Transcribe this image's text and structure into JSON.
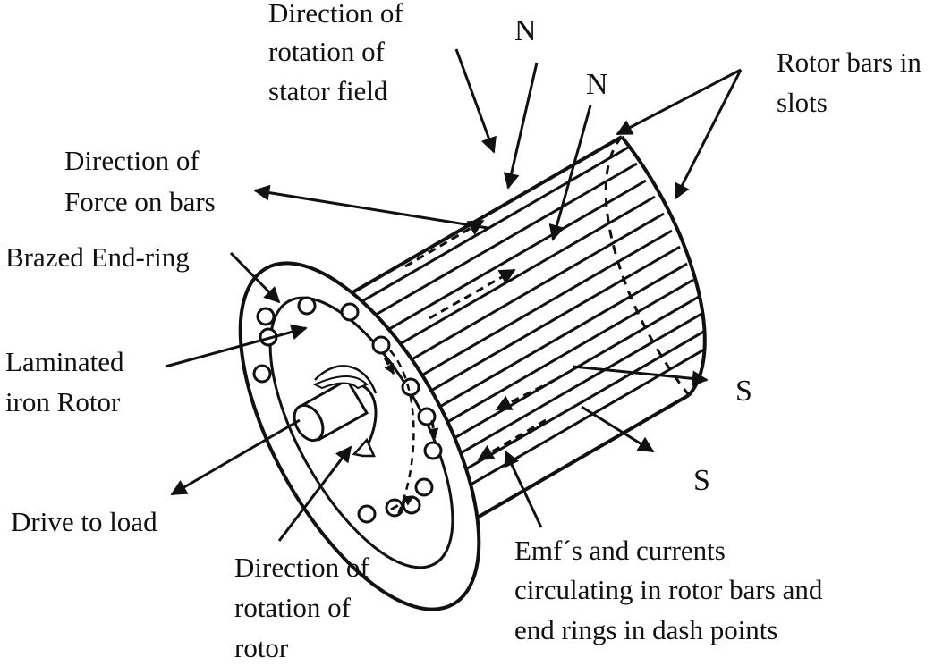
{
  "labels": {
    "stator_field_1": "Direction  of",
    "stator_field_2": "rotation of",
    "stator_field_3": "stator field",
    "force_1": "Direction  of",
    "force_2": "Force on bars",
    "end_ring": "Brazed End-ring",
    "rotor_1": "Laminated",
    "rotor_2": "iron Rotor",
    "drive": "Drive  to load",
    "rot_dir_1": "Direction  of",
    "rot_dir_2": "rotation of",
    "rot_dir_3": "rotor",
    "bars_1": "Rotor bars in",
    "bars_2": "slots",
    "emf_1": "Emf´s  and currents",
    "emf_2": "circulating  in rotor bars and",
    "emf_3": "end rings  in dash points"
  },
  "poles": {
    "n1": "N",
    "n2": "N",
    "s1": "S",
    "s2": "S"
  },
  "colors": {
    "line": "#111111",
    "background": "#ffffff"
  }
}
